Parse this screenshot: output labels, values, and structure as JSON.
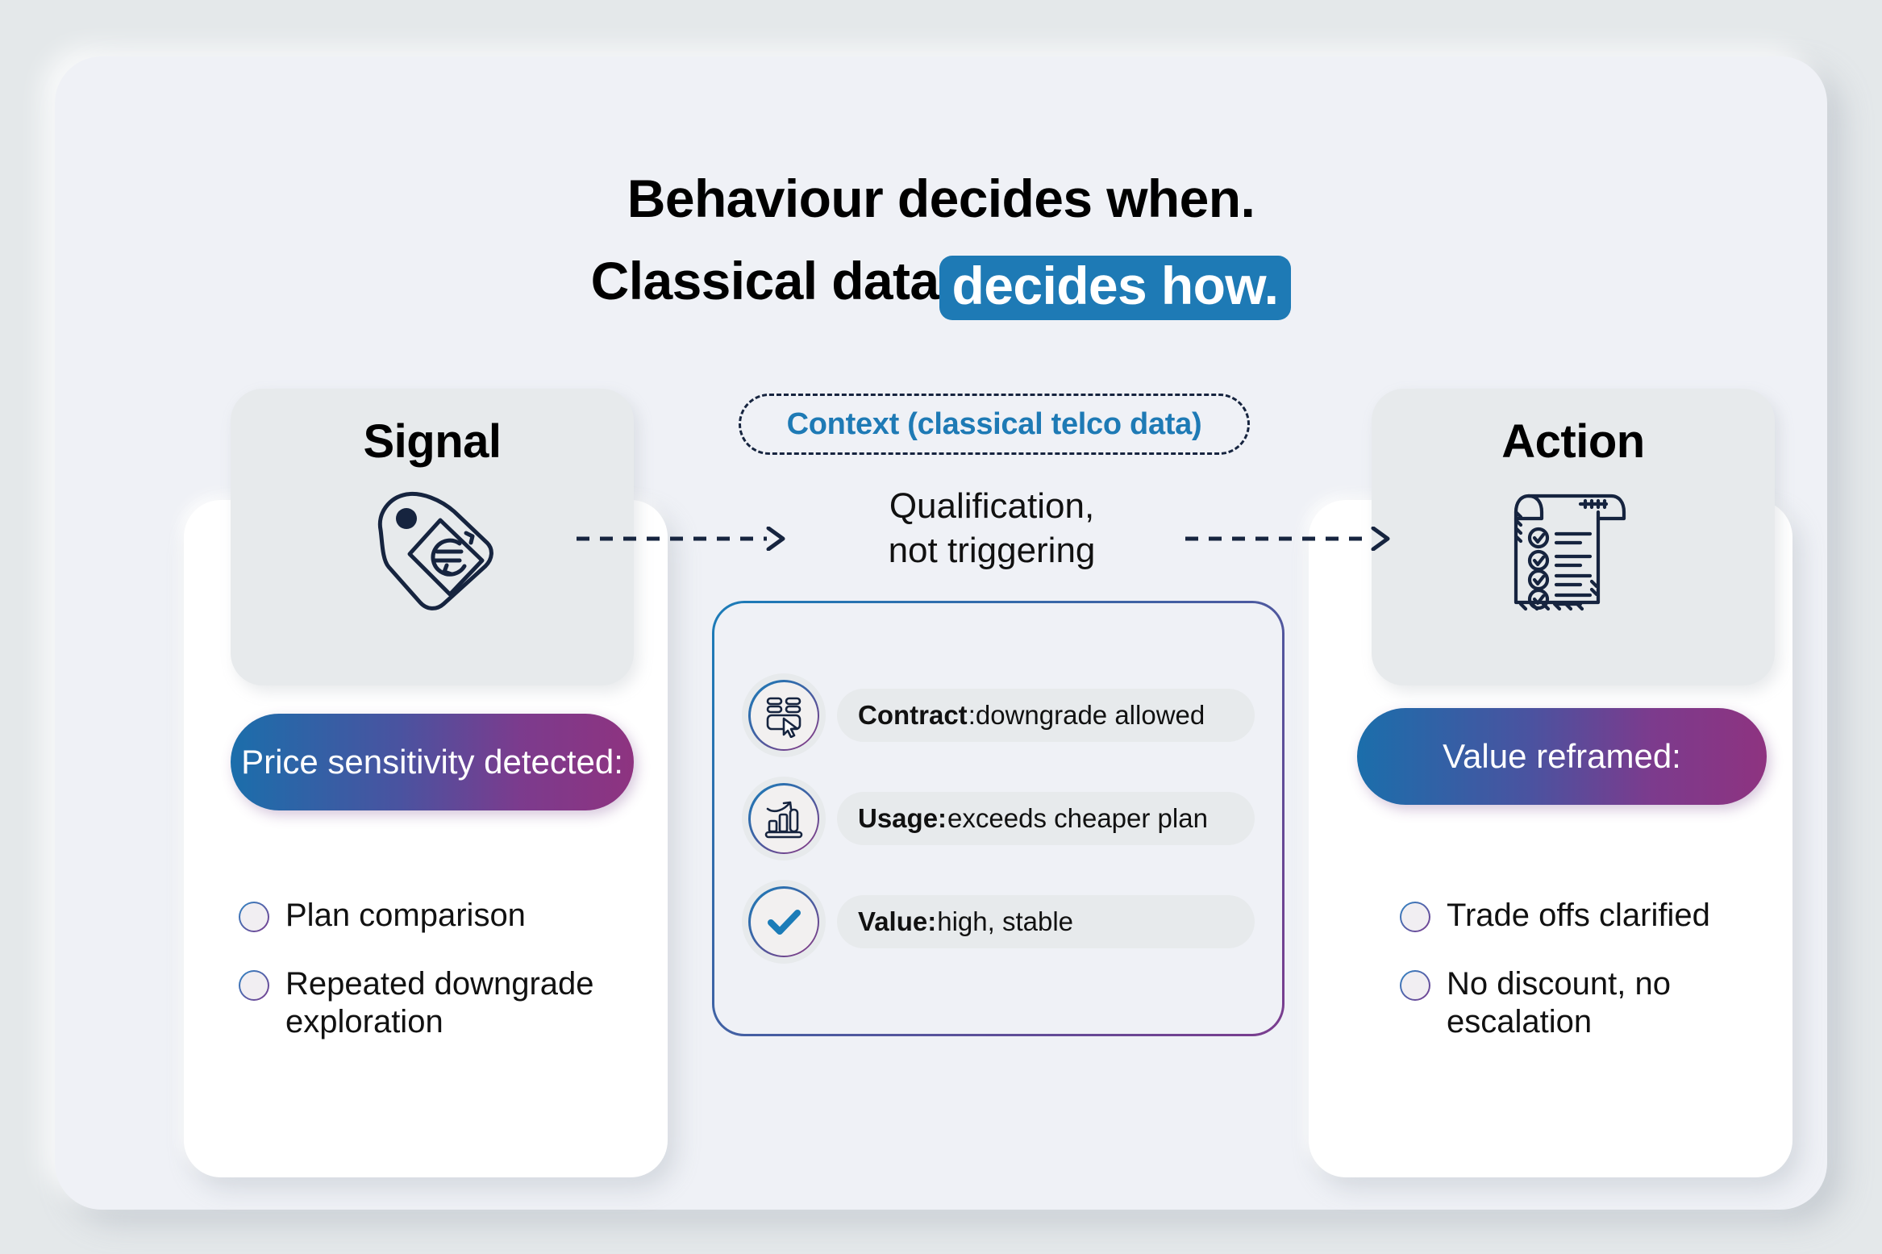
{
  "headline": {
    "line1": "Behaviour decides when.",
    "line2_plain": "Classical data",
    "line2_highlight": "decides how.",
    "highlight_color": "#1e7ab5"
  },
  "left_card": {
    "panel_title": "Signal",
    "panel_icon": "price-tag-euro-icon",
    "pill_label": "Price sensitivity detected:",
    "bullets": [
      {
        "label": "Plan comparison"
      },
      {
        "label": "Repeated downgrade exploration"
      }
    ]
  },
  "right_card": {
    "panel_title": "Action",
    "panel_icon": "checklist-scroll-icon",
    "pill_label": "Value reframed:",
    "bullets": [
      {
        "label": "Trade offs clarified"
      },
      {
        "label": "No discount, no escalation"
      }
    ]
  },
  "center": {
    "context_pill_label": "Context (classical telco data)",
    "qualification_line1": "Qualification,",
    "qualification_line2": "not triggering",
    "rows": [
      {
        "icon": "form-cursor-icon",
        "key": "Contract",
        "sep": ": ",
        "value": "downgrade allowed"
      },
      {
        "icon": "bar-chart-up-icon",
        "key": "Usage:",
        "sep": " ",
        "value": "exceeds cheaper plan"
      },
      {
        "icon": "check-circle-icon",
        "key": "Value:",
        "sep": " ",
        "value": "high, stable"
      }
    ]
  },
  "arrows": {
    "left_arrow": "dashed-arrow-right-icon",
    "right_arrow": "dashed-arrow-right-icon"
  },
  "colors": {
    "page_background": "#e4e8ea",
    "stage_background": "#eff1f6",
    "panel_background": "#e7eaec",
    "card_background": "#ffffff",
    "accent_blue": "#1b6eab",
    "accent_purple": "#8e3380",
    "ink_navy": "#16243f"
  }
}
